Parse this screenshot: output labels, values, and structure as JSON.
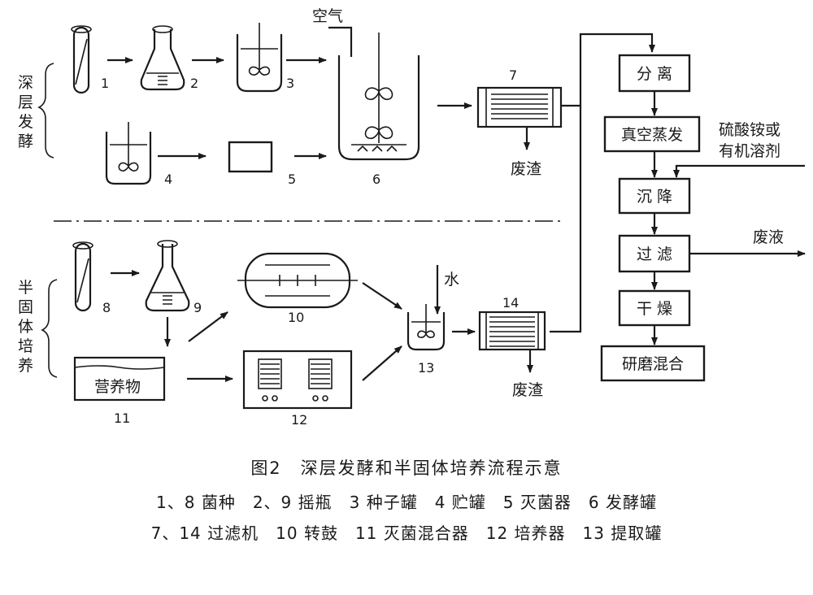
{
  "sections": {
    "deep": "深层发酵",
    "semi": "半固体培养"
  },
  "inputs": {
    "air": "空气",
    "water": "水",
    "ammonium": [
      "硫酸铵或",
      "有机溶剂"
    ]
  },
  "outputs": {
    "residue": "废渣",
    "waste_liquid": "废液"
  },
  "equipment_numbers": [
    "1",
    "2",
    "3",
    "4",
    "5",
    "6",
    "7",
    "8",
    "9",
    "10",
    "11",
    "12",
    "13",
    "14"
  ],
  "nutrient_label": "营养物",
  "process_steps": [
    "分 离",
    "真空蒸发",
    "沉 降",
    "过 滤",
    "干 燥",
    "研磨混合"
  ],
  "caption": {
    "title": "图2　深层发酵和半固体培养流程示意",
    "legend_line1": "1、8 菌种　2、9 摇瓶　3 种子罐　4 贮罐　5 灭菌器　6 发酵罐",
    "legend_line2": "7、14 过滤机　10 转鼓　11 灭菌混合器　12 培养器　13 提取罐"
  }
}
